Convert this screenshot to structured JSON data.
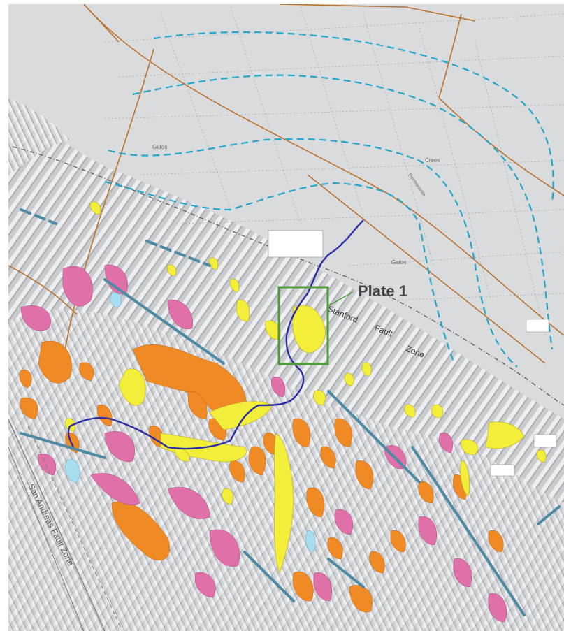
{
  "map": {
    "labels": {
      "plate": "Plate 1",
      "san_andreas": "San Andreas Fault Zone",
      "stanford": "Stanford",
      "fault": "Fault",
      "zone": "Zone",
      "gatos_1": "Gatos",
      "gatos_2": "Gatos",
      "creek": "Creek",
      "permanente": "Permanente"
    },
    "colors": {
      "background": "#d9dadc",
      "hills": "#bfc1c4",
      "landslide_orange": "#f08a24",
      "landslide_pink": "#e070a8",
      "alluvium_yellow": "#f3ee3a",
      "water_light_blue": "#a8dcef",
      "roads": "#b87332",
      "contours": "#27a6c6",
      "creek": "#2b2ea5",
      "fold_axes": "#4f8aa3",
      "plate_box": "#4f9a3a"
    }
  }
}
